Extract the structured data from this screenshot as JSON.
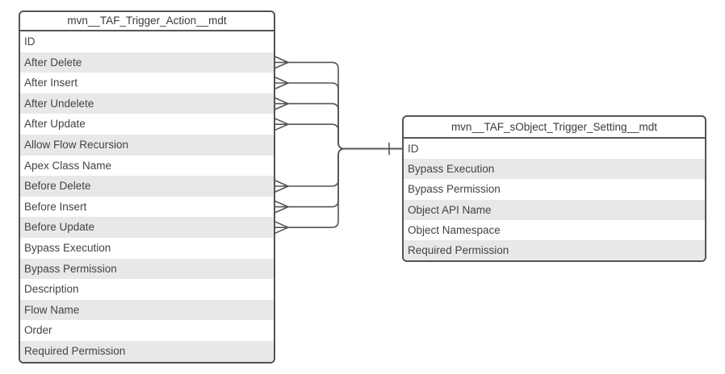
{
  "diagram": {
    "kind": "entity-relationship-diagram",
    "background_color": "#ffffff",
    "line_color": "#545454",
    "row_alt_color": "#e8e8e8",
    "text_color": "#434343"
  },
  "tables": {
    "trigger_action": {
      "title": "mvn__TAF_Trigger_Action__mdt",
      "fields": [
        "ID",
        "After Delete",
        "After Insert",
        "After Undelete",
        "After Update",
        "Allow Flow Recursion",
        "Apex Class Name",
        "Before Delete",
        "Before Insert",
        "Before Update",
        "Bypass Execution",
        "Bypass Permission",
        "Description",
        "Flow Name",
        "Order",
        "Required Permission"
      ]
    },
    "sobject_trigger_setting": {
      "title": "mvn__TAF_sObject_Trigger_Setting__mdt",
      "fields": [
        "ID",
        "Bypass Execution",
        "Bypass Permission",
        "Object API Name",
        "Object Namespace",
        "Required Permission"
      ]
    }
  },
  "relationships": {
    "to_table": "mvn__TAF_sObject_Trigger_Setting__mdt",
    "to_field": "ID",
    "from_table": "mvn__TAF_Trigger_Action__mdt",
    "from_marker": "many-crow-foot",
    "to_marker": "one-tick",
    "from_fields": [
      "After Delete",
      "After Insert",
      "After Undelete",
      "After Update",
      "Before Delete",
      "Before Insert",
      "Before Update"
    ]
  }
}
